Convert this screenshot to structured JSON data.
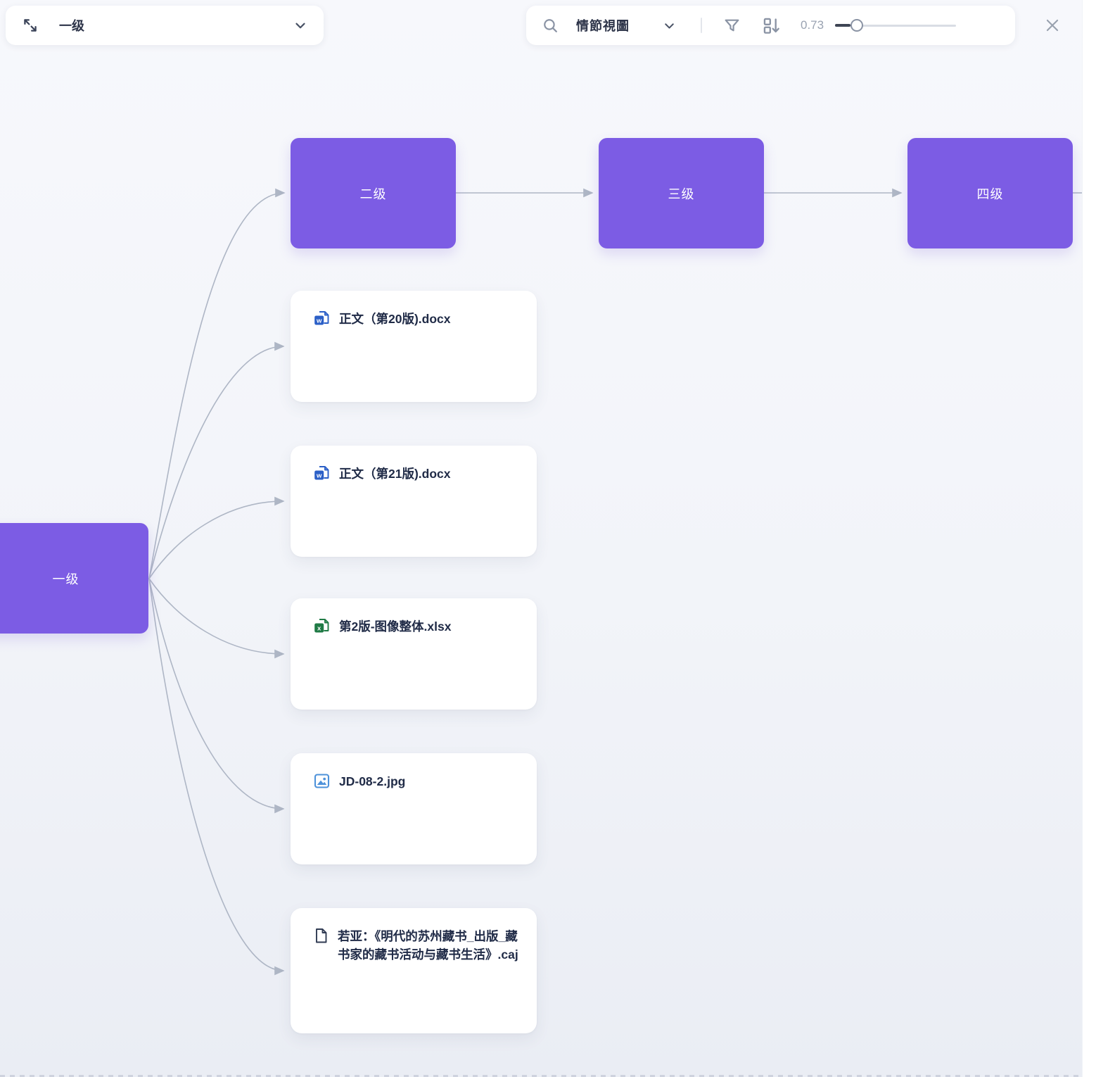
{
  "colors": {
    "accent_purple": "#7c5ce4",
    "edge_gray": "#aeb6c5",
    "word_blue": "#2b5fc7",
    "excel_green": "#1f7a45",
    "image_blue": "#4e92da",
    "text_dark": "#202b47"
  },
  "topbar": {
    "node_selector": {
      "value": "一级"
    },
    "toolbar": {
      "view_name": "情節視圖",
      "zoom_value": "0.73"
    }
  },
  "graph": {
    "nodes": [
      {
        "label": "一级"
      },
      {
        "label": "二级"
      },
      {
        "label": "三级"
      },
      {
        "label": "四级"
      }
    ],
    "files": [
      {
        "name": "正文（第20版).docx",
        "type": "docx"
      },
      {
        "name": "正文（第21版).docx",
        "type": "docx"
      },
      {
        "name": "第2版-图像整体.xlsx",
        "type": "xlsx"
      },
      {
        "name": "JD-08-2.jpg",
        "type": "jpg"
      },
      {
        "name": "若亚：《明代的苏州藏书_出版_藏书家的藏书活动与藏书生活》.caj",
        "type": "caj"
      }
    ]
  },
  "icons": {
    "word_letter": "w",
    "excel_letter": "x"
  }
}
